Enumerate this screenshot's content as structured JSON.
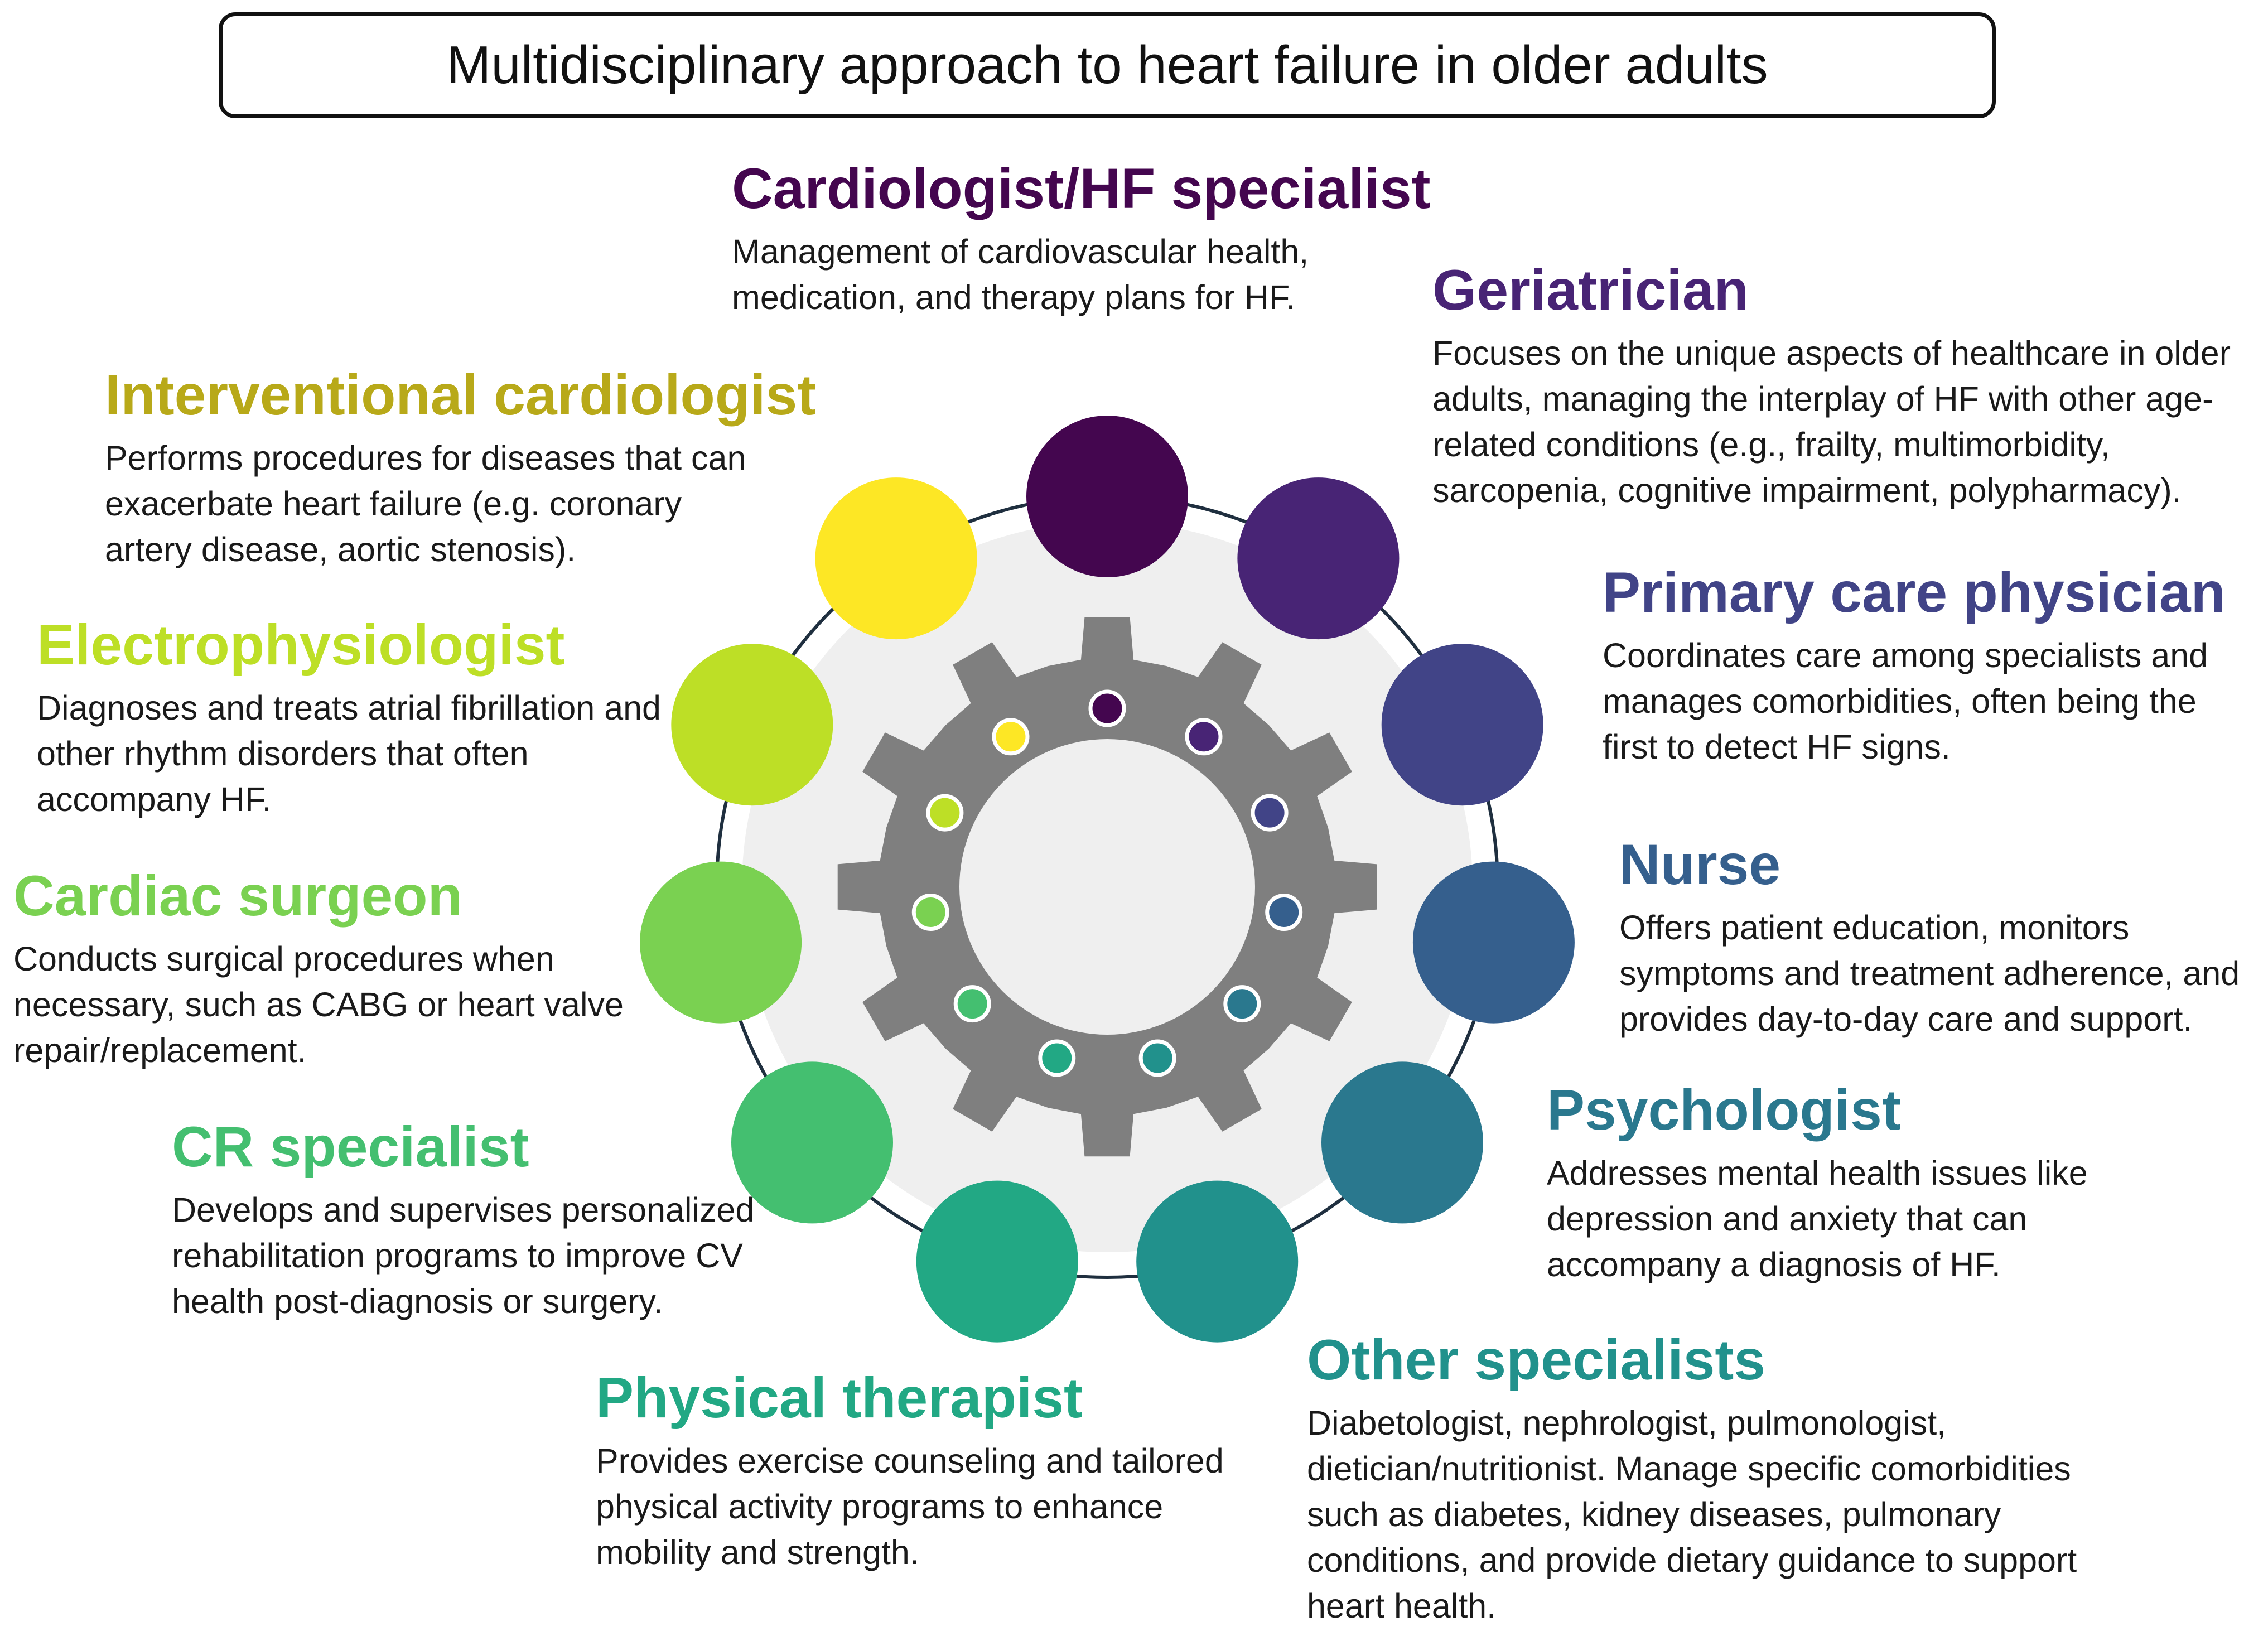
{
  "title": "Multidisciplinary approach to heart failure in older adults",
  "roles": [
    {
      "name": "Cardiologist/HF specialist",
      "color": "#44064f",
      "description": "Management of cardiovascular health, medication, and therapy plans for HF."
    },
    {
      "name": "Geriatrician",
      "color": "#482475",
      "description": "Focuses on the unique aspects of healthcare in older adults, managing the interplay of HF with other age-related conditions (e.g., frailty, multimorbidity, sarcopenia, cognitive impairment, polypharmacy)."
    },
    {
      "name": "Primary care physician",
      "color": "#414487",
      "description": "Coordinates care among specialists and manages comorbidities, often being the first to detect HF signs."
    },
    {
      "name": "Nurse",
      "color": "#355f8d",
      "description": "Offers patient education, monitors symptoms and treatment adherence, and provides day-to-day care and support."
    },
    {
      "name": "Psychologist",
      "color": "#2a788e",
      "description": "Addresses mental health issues like depression and anxiety that can accompany a diagnosis of HF."
    },
    {
      "name": "Other specialists",
      "color": "#21918c",
      "description": "Diabetologist, nephrologist, pulmonologist, dietician/nutritionist. Manage specific comorbidities such as diabetes, kidney diseases, pulmonary conditions, and provide dietary guidance to support heart health."
    },
    {
      "name": "Physical therapist",
      "color": "#22a884",
      "description": "Provides exercise counseling and tailored physical activity programs to enhance mobility and strength."
    },
    {
      "name": "CR specialist",
      "color": "#44bf70",
      "description": "Develops and supervises personalized rehabilitation programs to improve CV health post-diagnosis or surgery."
    },
    {
      "name": "Cardiac surgeon",
      "color": "#7ad151",
      "description": "Conducts surgical procedures when necessary, such as CABG or heart valve repair/replacement."
    },
    {
      "name": "Electrophysiologist",
      "color": "#bddf26",
      "description": "Diagnoses and treats atrial fibrillation and other rhythm disorders that often accompany HF."
    },
    {
      "name": "Interventional cardiologist",
      "color": "#fde725",
      "description": "Performs procedures for diseases that can exacerbate heart failure (e.g. coronary artery disease, aortic stenosis)."
    }
  ],
  "heading_colors": [
    "#44064f",
    "#482475",
    "#414487",
    "#355f8d",
    "#2a788e",
    "#21918c",
    "#22a884",
    "#44bf70",
    "#7ad151",
    "#bddf26",
    "#b8a919"
  ],
  "gear_color": "#7f7f7f",
  "hub_color": "#efefef",
  "ring_color": "#1f2f3f"
}
